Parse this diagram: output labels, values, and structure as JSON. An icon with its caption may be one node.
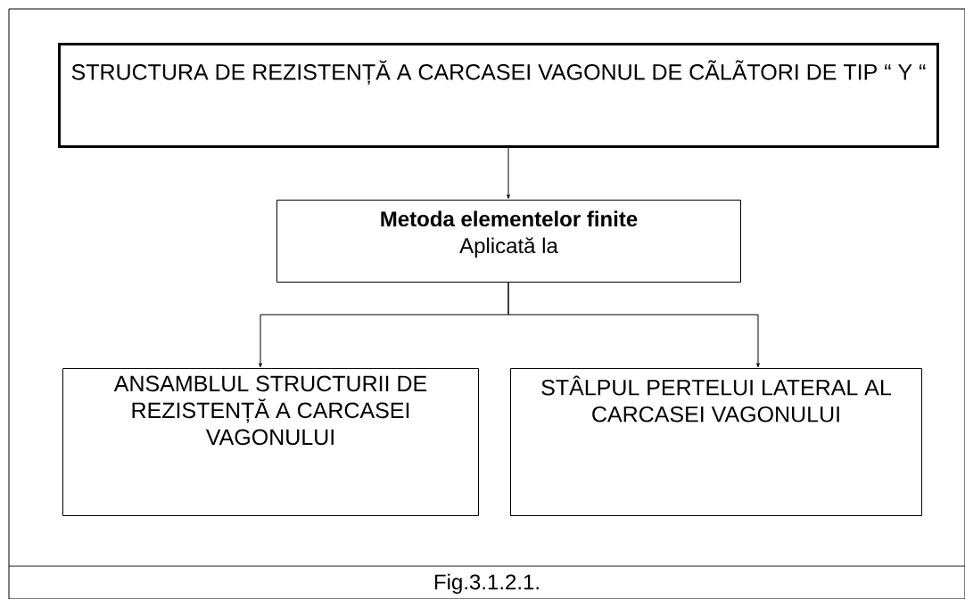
{
  "diagram": {
    "caption": "Fig.3.1.2.1.",
    "nodes": [
      {
        "text": [
          "STRUCTURA DE REZISTENȚĂ A CARCASEI VAGONUL DE CÃLÃTORI DE TIP “ Y “"
        ]
      },
      {
        "text": [
          "Metoda elementelor finite",
          "Aplicată la"
        ]
      },
      {
        "text": [
          "ANSAMBLUL STRUCTURII DE REZISTENȚĂ A CARCASEI VAGONULUI"
        ]
      },
      {
        "text": [
          "STÂLPUL PERTELUI LATERAL AL CARCASEI VAGONULUI"
        ]
      }
    ],
    "edges": [
      {
        "from": 0,
        "to": 1,
        "arrow": "to"
      },
      {
        "from": 1,
        "to": 2,
        "arrow": "to"
      },
      {
        "from": 1,
        "to": 3,
        "arrow": "to"
      }
    ]
  }
}
